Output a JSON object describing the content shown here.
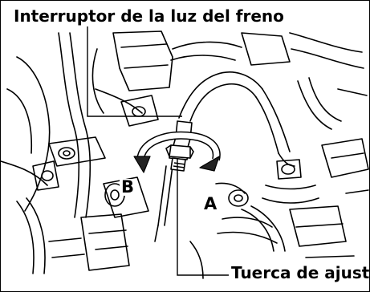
{
  "figure": {
    "callouts": {
      "switch_label": "Interruptor de la luz del freno",
      "nut_label": "Tuerca de ajuste"
    },
    "direction_labels": {
      "b": "B",
      "a": "A"
    },
    "colors": {
      "ink": "#000000",
      "paper": "#ffffff",
      "arrow_fill": "#222222",
      "arrow_band": "#ffffff"
    }
  }
}
